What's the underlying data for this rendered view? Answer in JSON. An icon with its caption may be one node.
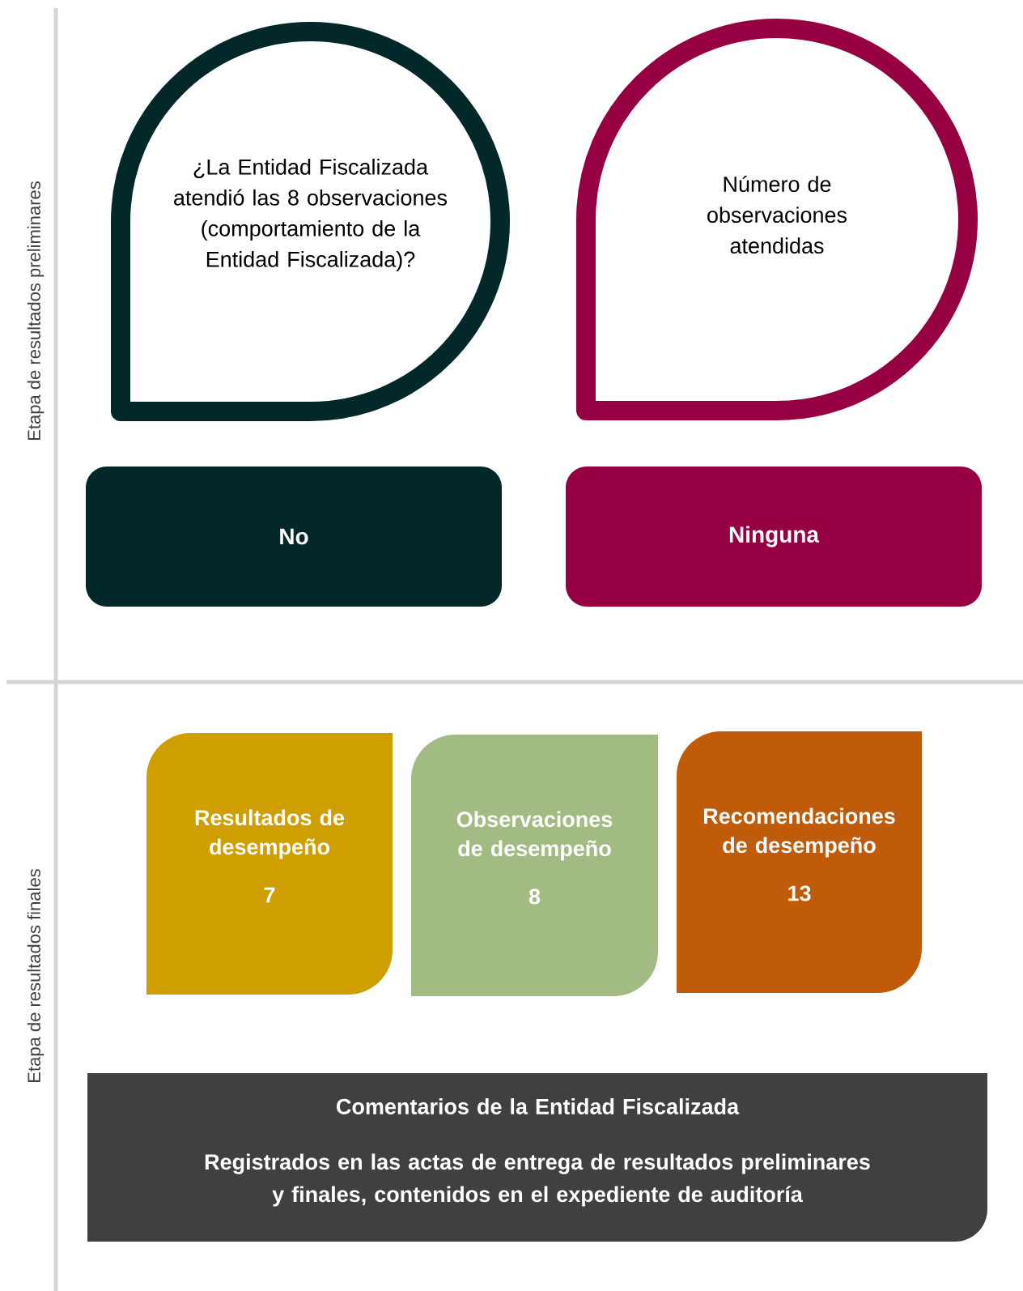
{
  "diagram": {
    "nodes": [
      {
        "text": [
          "¿La Entidad Fiscalizada atendió las 8 observaciones (comportamiento de la Entidad Fiscalizada)?"
        ]
      },
      {
        "text": [
          "Número de observaciones atendidas"
        ]
      },
      {
        "text": [
          "No"
        ]
      },
      {
        "text": [
          "Ninguna"
        ]
      },
      {
        "text": [
          "Resultados de desempeño",
          "7"
        ]
      },
      {
        "text": [
          "Observaciones de desempeño",
          "8"
        ]
      },
      {
        "text": [
          "Recomendaciones de desempeño",
          "13"
        ]
      },
      {
        "text": [
          "Comentarios de la Entidad Fiscalizada",
          "Registrados en las actas de entrega de resultados preliminares y finales, contenidos en el expediente de auditoría"
        ]
      }
    ],
    "labels": [
      "Etapa de resultados preliminares",
      "Etapa de resultados finales"
    ]
  }
}
